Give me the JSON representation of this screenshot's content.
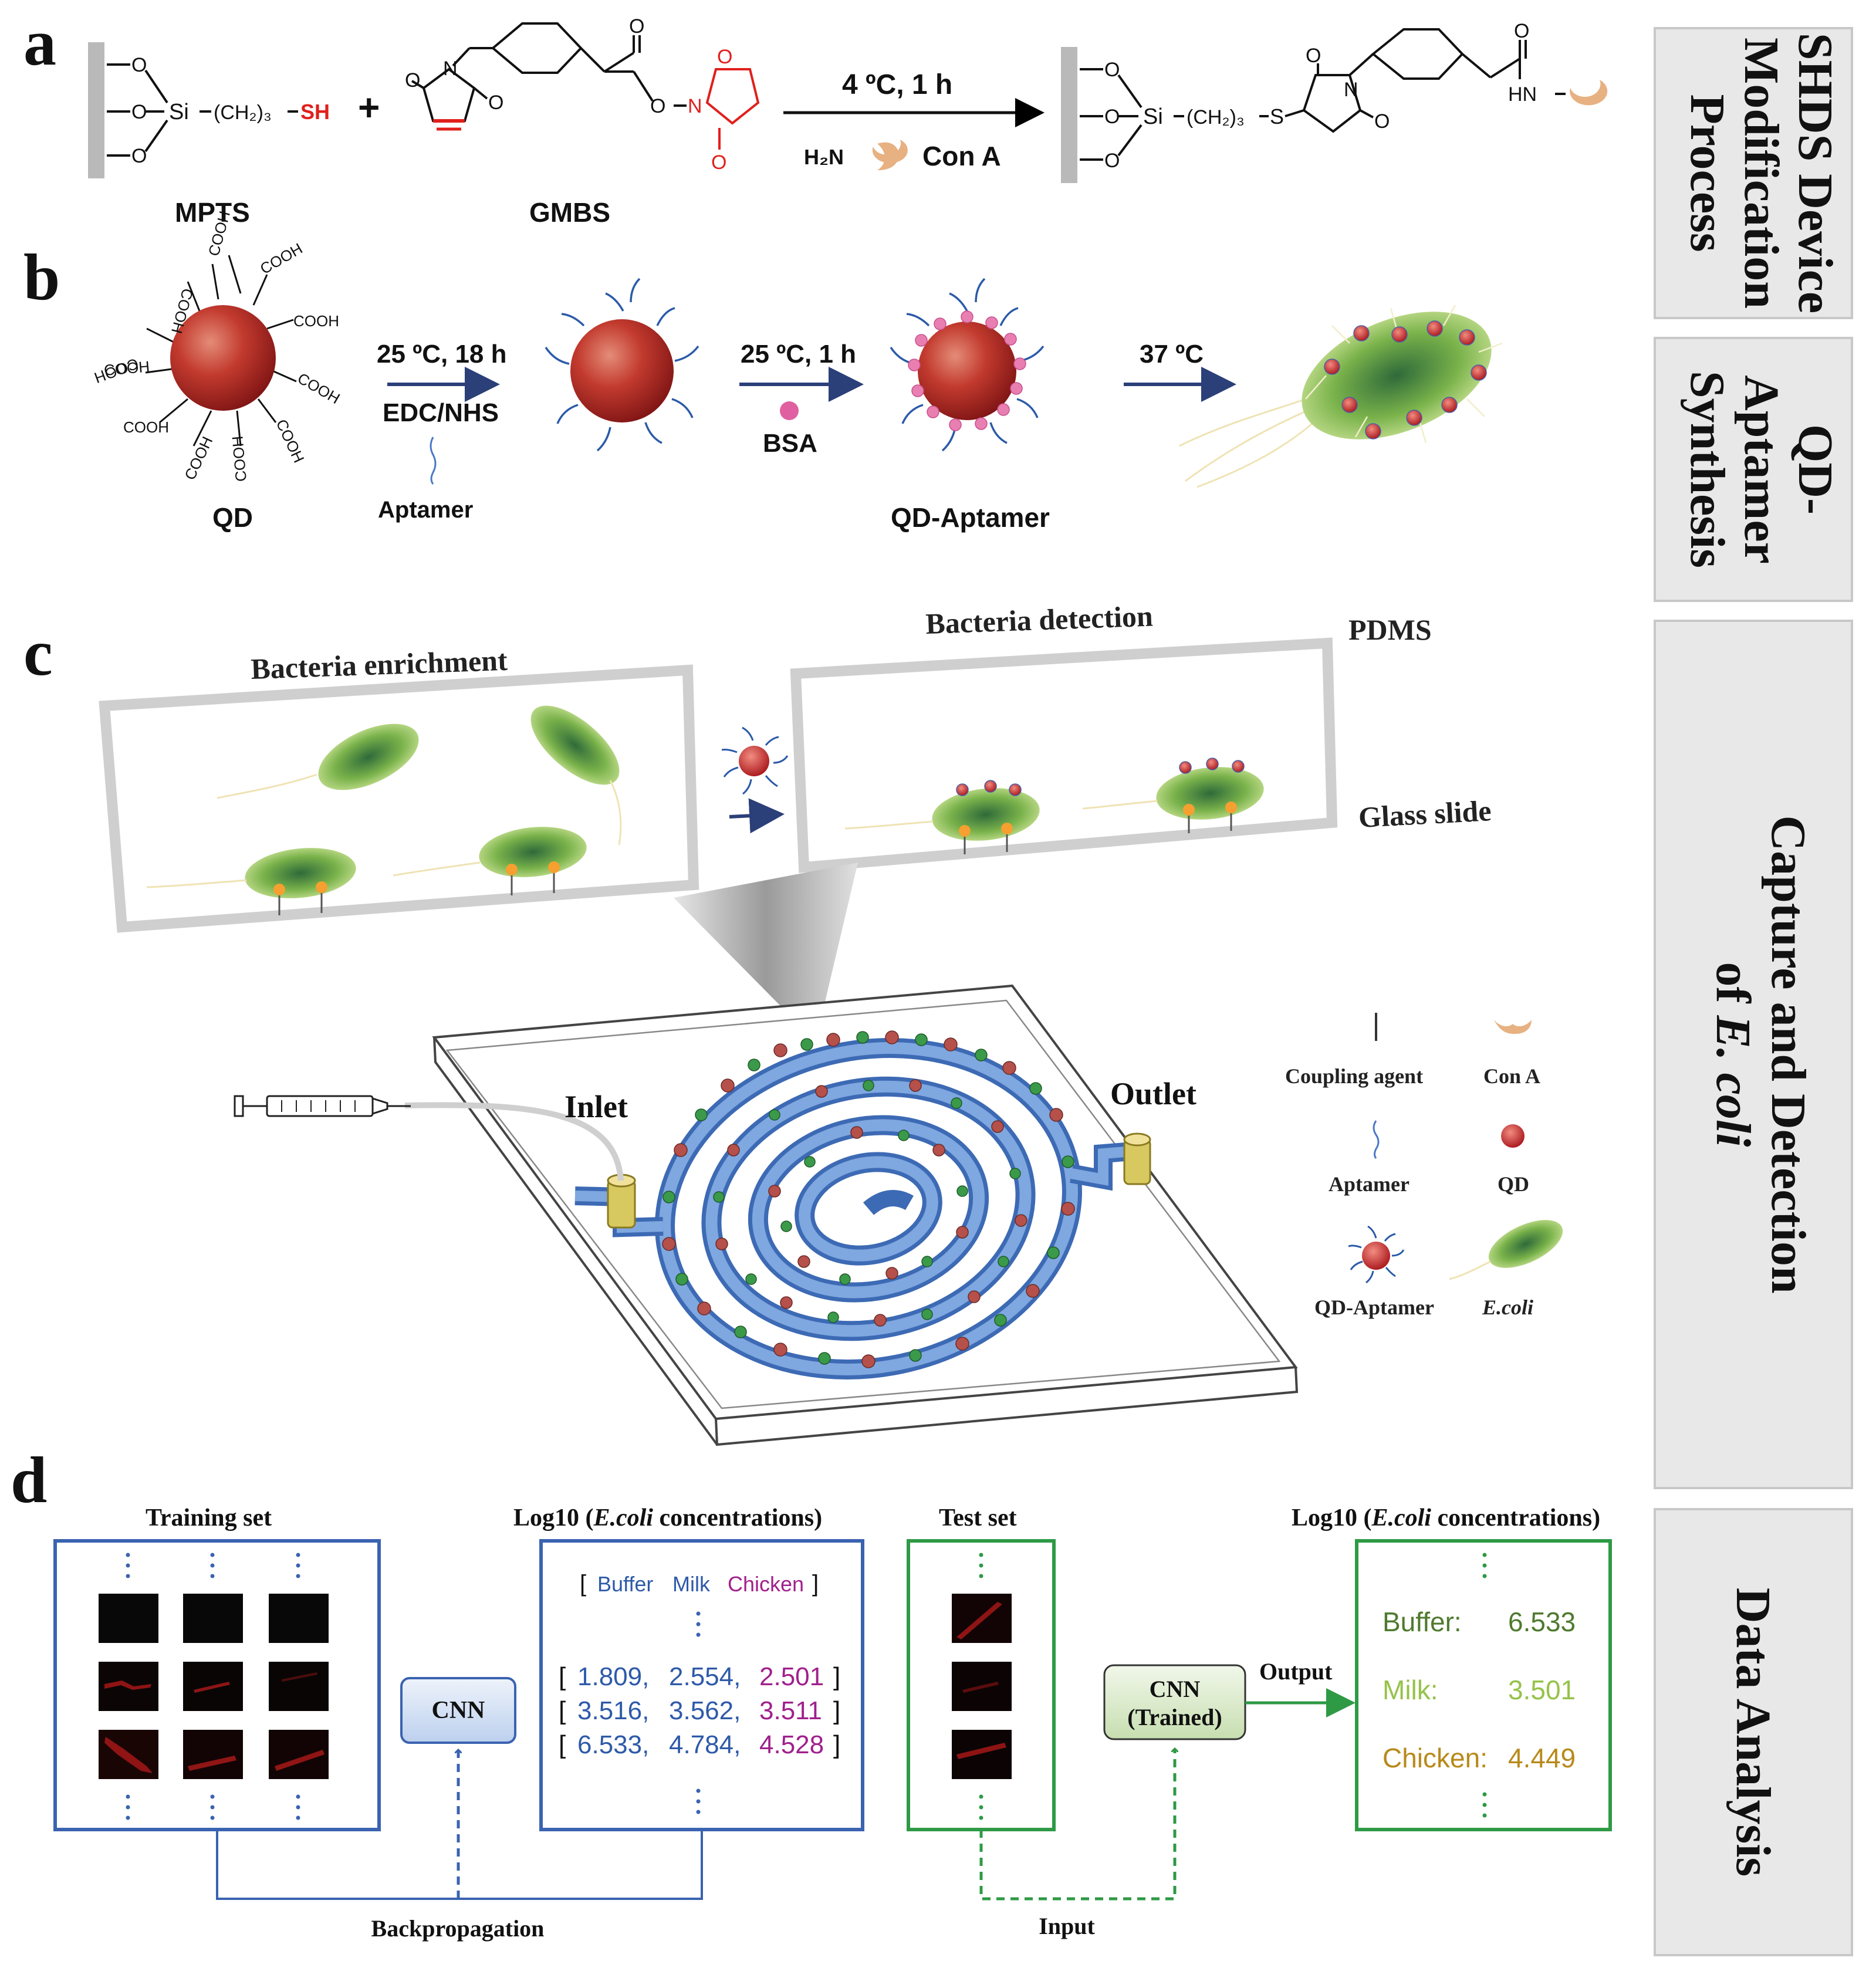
{
  "panel_letters": [
    "a",
    "b",
    "c",
    "d"
  ],
  "side_labels": {
    "a": [
      "SHDS Device",
      "Modification",
      "Process"
    ],
    "b": [
      "QD-",
      "Aptamer",
      "Synthesis"
    ],
    "c": [
      "Capture and Detection",
      "of ",
      "E. coli"
    ],
    "d": [
      "Data Analysis"
    ]
  },
  "panel_a": {
    "si_left": "Si",
    "chain_left": "(CH₂)₃",
    "sh": "SH",
    "plus": "+",
    "mpts": "MPTS",
    "gmbs": "GMBS",
    "condition": "4 ºC, 1 h",
    "h2n": "H₂N",
    "con_a": "Con A",
    "si_right": "Si",
    "chain_right": "(CH₂)₃",
    "s": "S",
    "hn": "HN",
    "n": "N",
    "o": "O",
    "cooh": "COOH"
  },
  "panel_b": {
    "qd": "QD",
    "step1_temp": "25 ºC, 18 h",
    "step1_reagent": "EDC/NHS",
    "aptamer": "Aptamer",
    "step2_temp": "25 ºC, 1 h",
    "bsa": "BSA",
    "qd_aptamer": "QD-Aptamer",
    "step3_temp": "37 ºC"
  },
  "panel_c": {
    "bacteria_enrichment": "Bacteria enrichment",
    "bacteria_detection": "Bacteria detection",
    "pdms": "PDMS",
    "glass_slide": "Glass slide",
    "inlet": "Inlet",
    "outlet": "Outlet",
    "legend": {
      "coupling_agent": "Coupling agent",
      "con_a": "Con A",
      "aptamer": "Aptamer",
      "qd": "QD",
      "qd_aptamer": "QD-Aptamer",
      "ecoli": "E.coli"
    }
  },
  "panel_d": {
    "training_set": "Training set",
    "log_title_prefix": "Log10 (",
    "log_title_italic": "E.coli",
    "log_title_suffix": " concentrations)",
    "header_row": {
      "buffer": "Buffer",
      "milk": "Milk",
      "chicken": "Chicken"
    },
    "rows": [
      [
        "1.809,",
        "2.554,",
        "2.501"
      ],
      [
        "3.516,",
        "3.562,",
        "3.511"
      ],
      [
        "6.533,",
        "4.784,",
        "4.528"
      ]
    ],
    "cnn": "CNN",
    "backpropagation": "Backpropagation",
    "test_set": "Test set",
    "cnn_trained": [
      "CNN",
      "(Trained)"
    ],
    "output": "Output",
    "input": "Input",
    "results": [
      {
        "label": "Buffer:",
        "value": "6.533"
      },
      {
        "label": "Milk:",
        "value": "3.501"
      },
      {
        "label": "Chicken:",
        "value": "4.449"
      }
    ]
  },
  "colors": {
    "blue_box": "#3a63b0",
    "green_box": "#2e9a45",
    "buffer_blue": "#2e5aa8",
    "milk_blue": "#2e5aa8",
    "chicken_purple": "#a0208c",
    "buffer_green": "#4f7a2e",
    "milk_green": "#96c24a",
    "chicken_gold": "#b88a1a",
    "qd_red": "#b01e24",
    "sh_red": "#e0201c",
    "channel_blue": "#5b8bd0",
    "side_panel": "#e8e8e8"
  }
}
